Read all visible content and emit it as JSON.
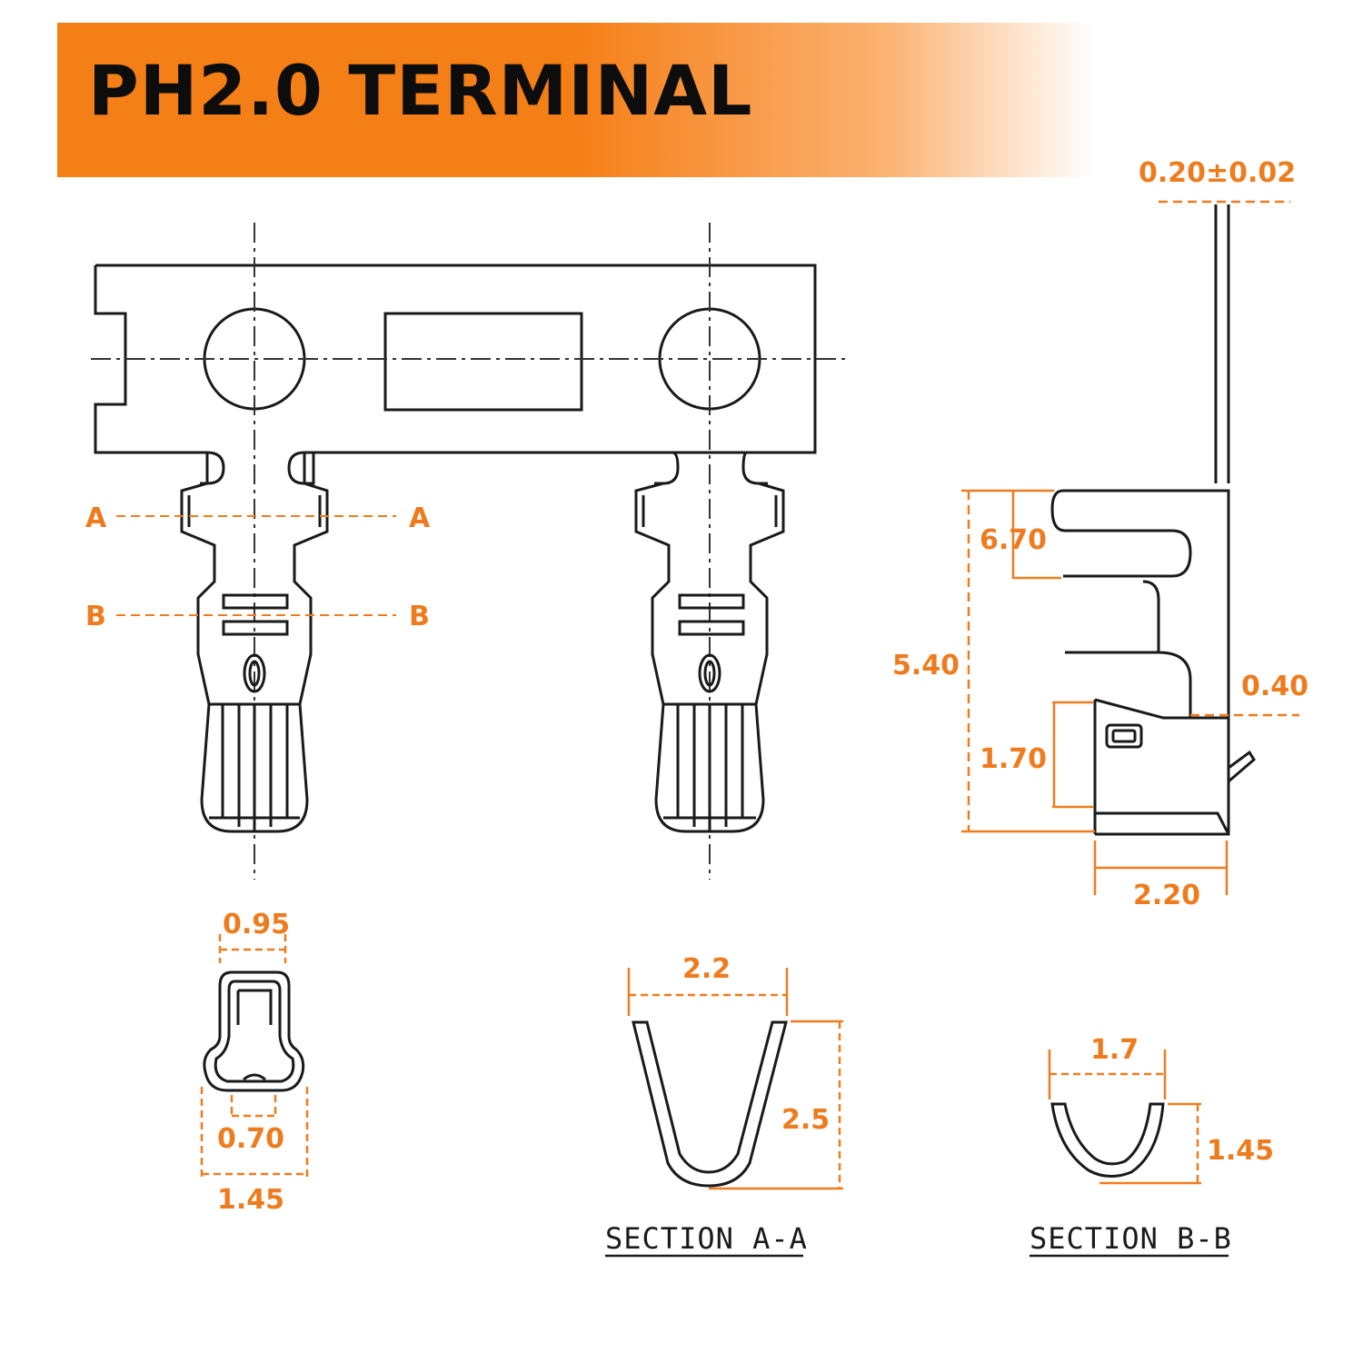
{
  "title": "PH2.0 TERMINAL",
  "colors": {
    "accent": "#f57f17",
    "line": "#1a1a1a",
    "dimension": "#ee7c1e"
  },
  "section_markers": {
    "a": "A",
    "b": "B"
  },
  "dimensions": {
    "thickness": "0.20±0.02",
    "height_total": "5.40",
    "upper_part": "6.70",
    "lower_part": "1.70",
    "offset": "0.40",
    "width_side": "2.20",
    "end_top": "0.95",
    "end_inner": "0.70",
    "end_width": "1.45",
    "aa_width": "2.2",
    "aa_height": "2.5",
    "bb_width": "1.7",
    "bb_height": "1.45"
  },
  "sections": {
    "aa": "SECTION A-A",
    "bb": "SECTION B-B"
  }
}
